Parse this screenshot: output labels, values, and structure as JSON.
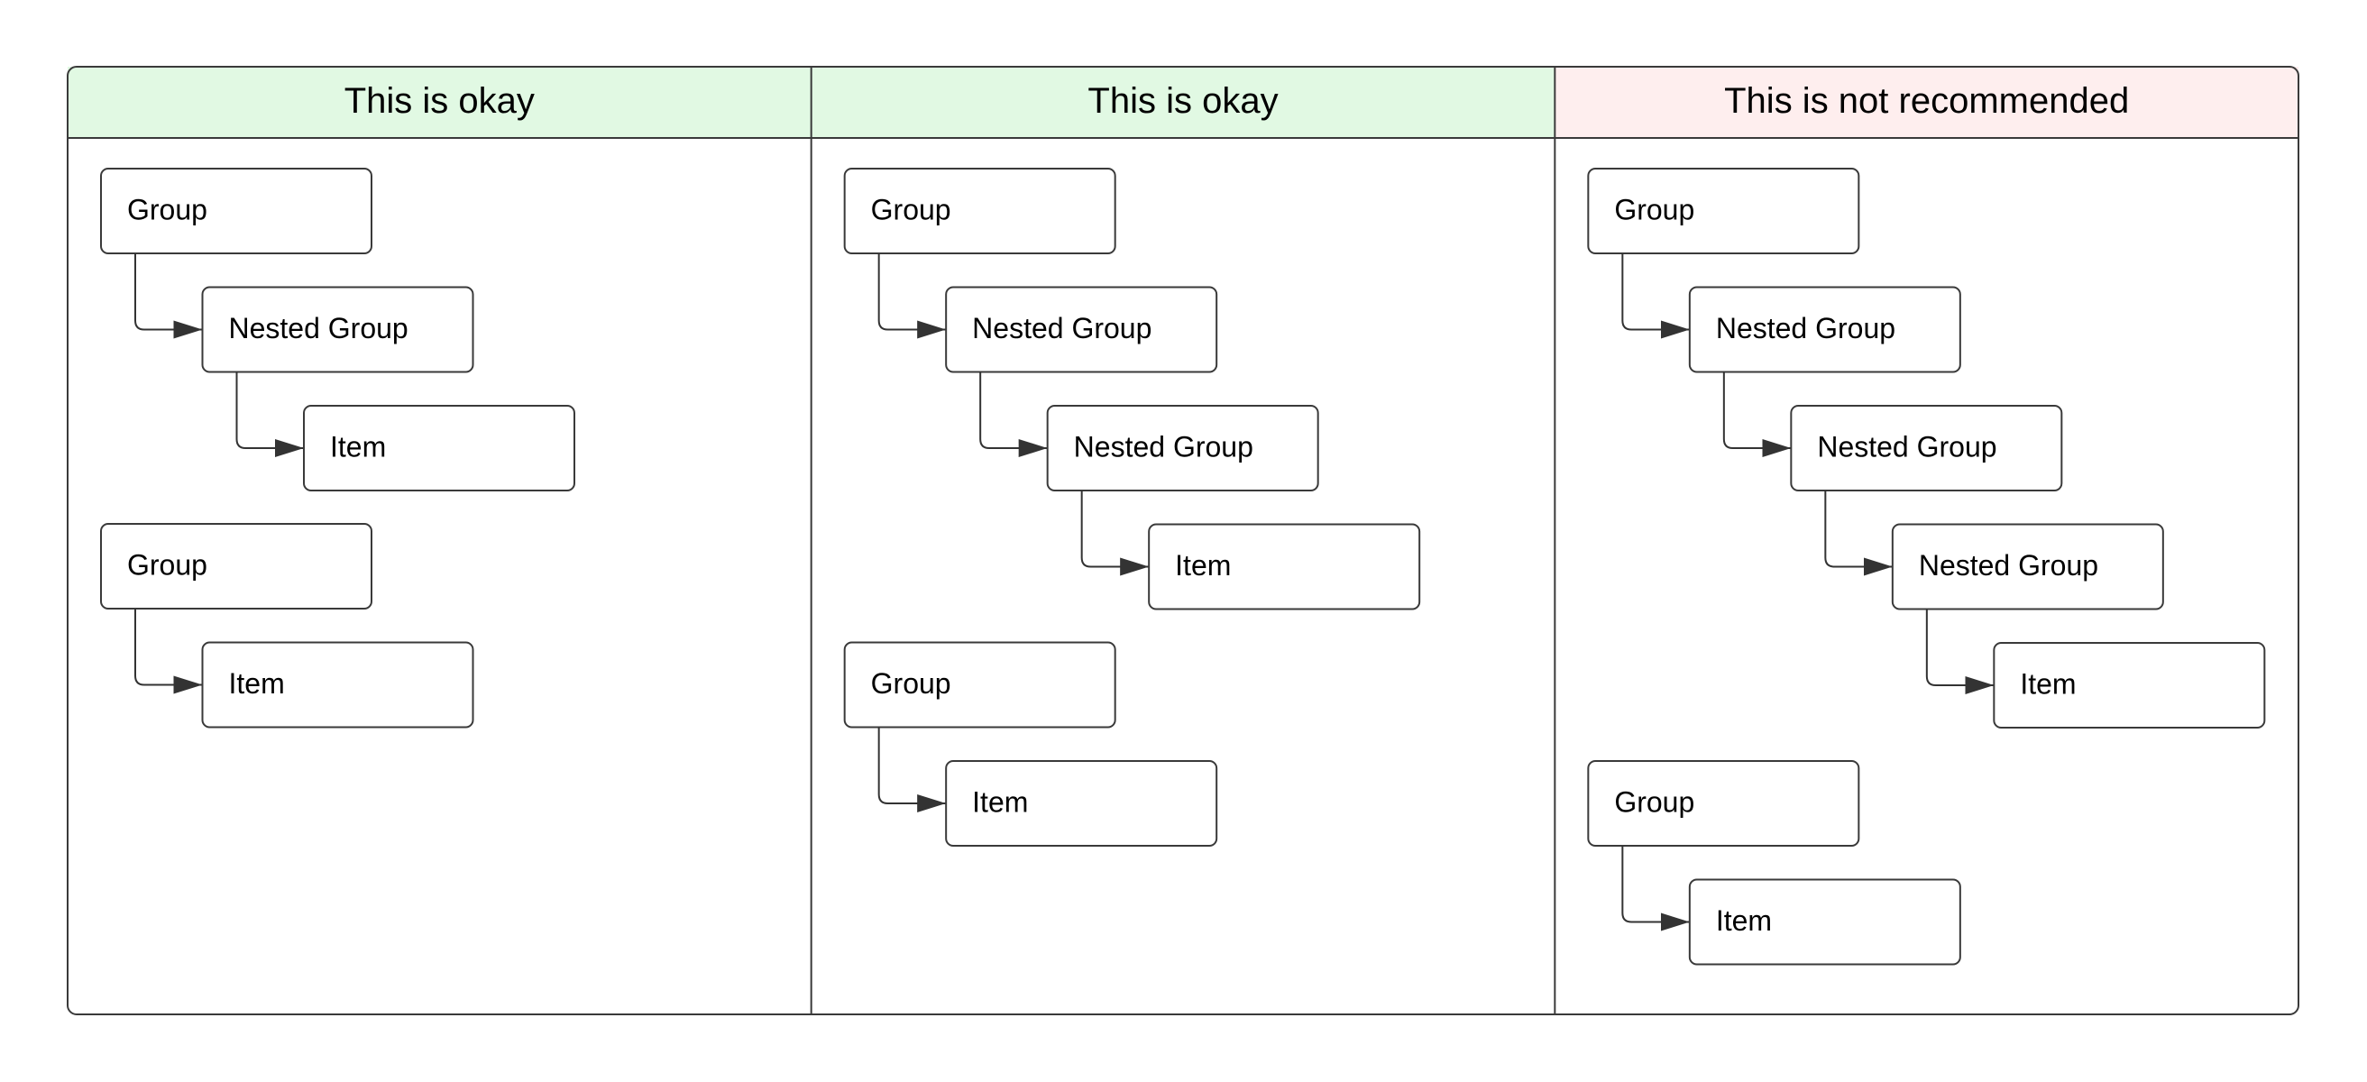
{
  "colors": {
    "ok_header": "#e1f9e3",
    "not_recommended_header": "#feeeee",
    "border": "#3a3a3a",
    "box_fill": "#ffffff",
    "connector": "#333333",
    "text": "#000000"
  },
  "panels": [
    {
      "title": "This is okay",
      "status": "ok",
      "hierarchies": [
        {
          "nodes": [
            "Group",
            "Nested Group",
            "Item"
          ]
        },
        {
          "nodes": [
            "Group",
            "Item"
          ]
        }
      ]
    },
    {
      "title": "This is okay",
      "status": "ok",
      "hierarchies": [
        {
          "nodes": [
            "Group",
            "Nested Group",
            "Nested Group",
            "Item"
          ]
        },
        {
          "nodes": [
            "Group",
            "Item"
          ]
        }
      ]
    },
    {
      "title": "This is not recommended",
      "status": "not_recommended",
      "hierarchies": [
        {
          "nodes": [
            "Group",
            "Nested Group",
            "Nested Group",
            "Nested Group",
            "Item"
          ]
        },
        {
          "nodes": [
            "Group",
            "Item"
          ]
        }
      ]
    }
  ]
}
